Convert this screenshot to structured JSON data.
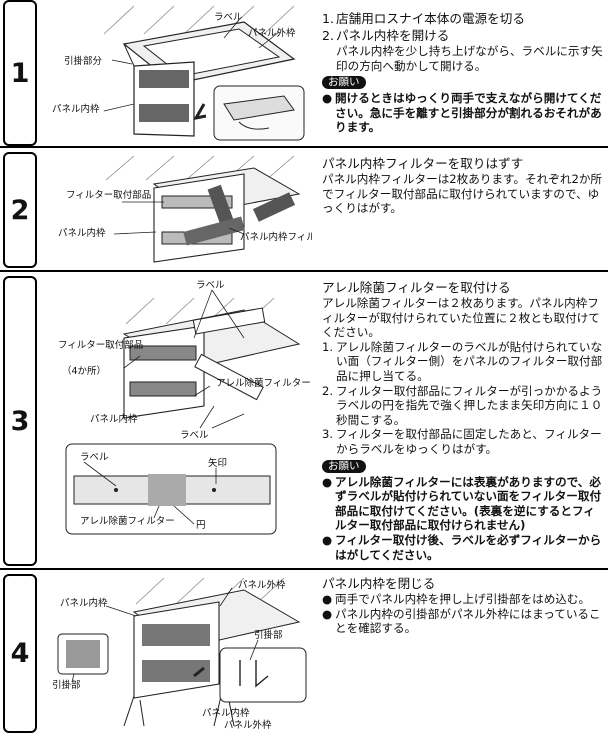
{
  "sections": [
    {
      "number": "1",
      "labels": {
        "label": "ラベル",
        "outer": "パネル外枠",
        "hook": "引掛部分",
        "inner": "パネル内枠"
      },
      "steps": [
        {
          "num": "1.",
          "text": "店舗用ロスナイ本体の電源を切る"
        },
        {
          "num": "2.",
          "text": "パネル内枠を開ける"
        }
      ],
      "step2_detail": "パネル内枠を少し持ち上げながら、ラベルに示す矢印の方向へ動かして開ける。",
      "onegai": "お願い",
      "bullets": [
        {
          "text": "開けるときはゆっくり両手で支えながら開けてください。急に手を離すと引掛部分が割れるおそれがあります。"
        }
      ]
    },
    {
      "number": "2",
      "labels": {
        "filter_part": "フィルター取付部品",
        "inner": "パネル内枠",
        "inner_filter": "パネル内枠フィルター"
      },
      "heading": "パネル内枠フィルターを取りはずす",
      "body": "パネル内枠フィルターは2枚あります。それぞれ2か所でフィルター取付部品に取付けられていますので、ゆっくりはがす。"
    },
    {
      "number": "3",
      "labels": {
        "label_top": "ラベル",
        "filter_part": "フィルター取付部品",
        "filter_part_note": "（4か所）",
        "allergen": "アレル除菌フィルター",
        "inner": "パネル内枠",
        "label_bottom": "ラベル",
        "detail_label": "ラベル",
        "detail_arrow": "矢印",
        "detail_allergen": "アレル除菌フィルター",
        "detail_circle": "円"
      },
      "heading": "アレル除菌フィルターを取付ける",
      "body": "アレル除菌フィルターは２枚あります。パネル内枠フィルターが取付けられていた位置に２枚とも取付けてください。",
      "steps": [
        {
          "num": "1.",
          "text": "アレル除菌フィルターのラベルが貼付けられていない面（フィルター側）をパネルのフィルター取付部品に押し当てる。"
        },
        {
          "num": "2.",
          "text": "フィルター取付部品にフィルターが引っかかるようラベルの円を指先で強く押したまま矢印方向に１０秒間こする。"
        },
        {
          "num": "3.",
          "text": "フィルターを取付部品に固定したあと、フィルターからラベルをゆっくりはがす。"
        }
      ],
      "onegai": "お願い",
      "bullets": [
        {
          "text": "アレル除菌フィルターには表裏がありますので、必ずラベルが貼付けられていない面をフィルター取付部品に取付けてください。(表裏を逆にするとフィルター取付部品に取付けられません)"
        },
        {
          "text": "フィルター取付け後、ラベルを必ずフィルターからはがしてください。"
        }
      ]
    },
    {
      "number": "4",
      "labels": {
        "outer": "パネル外枠",
        "inner": "パネル内枠",
        "hook": "引掛部",
        "hook_left": "引掛部",
        "inner_bottom": "パネル内枠",
        "outer_bottom": "パネル外枠"
      },
      "heading": "パネル内枠を閉じる",
      "bullets": [
        {
          "text": "両手でパネル内枠を押し上げ引掛部をはめ込む。"
        },
        {
          "text": "パネル内枠の引掛部がパネル外枠にはまっていることを確認する。"
        }
      ]
    }
  ]
}
